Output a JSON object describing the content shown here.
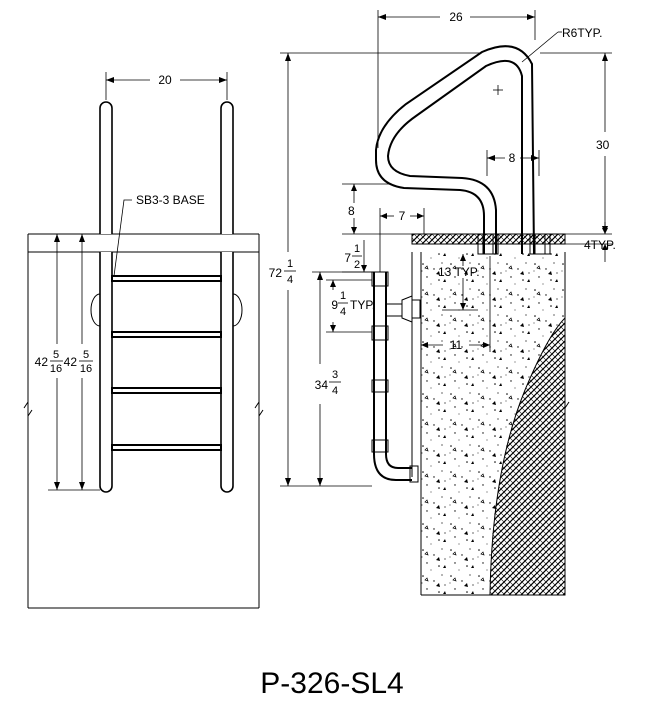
{
  "title": "P-326-SL4",
  "dimensions": {
    "front_width": "20",
    "base_label": "SB3-3 BASE",
    "front_height_a": {
      "whole": "42",
      "num": "5",
      "den": "16"
    },
    "front_height_b": {
      "whole": "42",
      "num": "5",
      "den": "16"
    },
    "side_spread": "26",
    "radius": "R6TYP.",
    "handrail_height": "30",
    "socket_spacing": "8",
    "deck_thickness": "4TYP.",
    "total_height": {
      "whole": "72",
      "num": "1",
      "den": "4"
    },
    "rail_drop": "8",
    "rail_offset": "7",
    "bracket_gap": {
      "whole": "7",
      "num": "1",
      "den": "2"
    },
    "step_spacing": {
      "whole": "9",
      "num": "1",
      "den": "4",
      "suffix": "TYP."
    },
    "embed_depth": "13 TYP.",
    "wall_offset": "11",
    "lower_height": {
      "whole": "34",
      "num": "3",
      "den": "4"
    }
  }
}
